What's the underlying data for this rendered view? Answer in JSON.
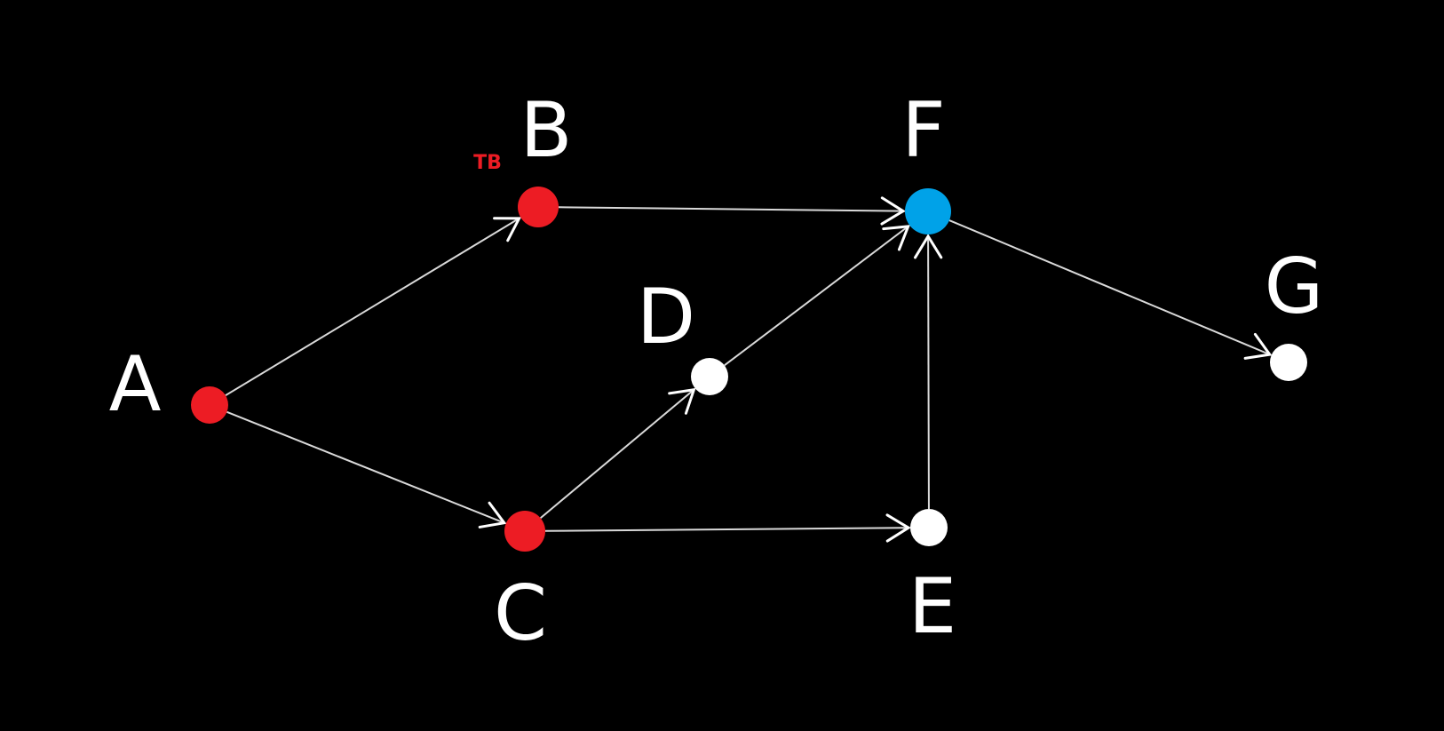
{
  "colors": {
    "background": "#000000",
    "edge": "#d9d9d9",
    "arrowhead": "#ffffff",
    "node_default": "#ffffff",
    "node_red": "#ed1c24",
    "node_blue": "#00a2e8",
    "tag_text": "#ed1c24"
  },
  "nodes": [
    {
      "id": "A",
      "label": "A",
      "color": "red"
    },
    {
      "id": "B",
      "label": "B",
      "color": "red",
      "tag": "TB"
    },
    {
      "id": "C",
      "label": "C",
      "color": "red"
    },
    {
      "id": "D",
      "label": "D",
      "color": "white"
    },
    {
      "id": "E",
      "label": "E",
      "color": "white"
    },
    {
      "id": "F",
      "label": "F",
      "color": "blue"
    },
    {
      "id": "G",
      "label": "G",
      "color": "white"
    }
  ],
  "edges": [
    {
      "from": "A",
      "to": "B"
    },
    {
      "from": "A",
      "to": "C"
    },
    {
      "from": "B",
      "to": "F"
    },
    {
      "from": "C",
      "to": "D"
    },
    {
      "from": "C",
      "to": "E"
    },
    {
      "from": "D",
      "to": "F"
    },
    {
      "from": "E",
      "to": "F"
    },
    {
      "from": "F",
      "to": "G"
    }
  ]
}
